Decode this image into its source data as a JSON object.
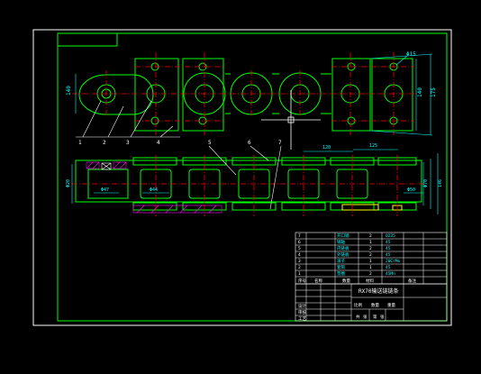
{
  "drawing": {
    "title_block_name": "RX70输送链链条",
    "leader_numbers": [
      "1",
      "2",
      "3",
      "4",
      "5",
      "6",
      "7"
    ],
    "dimensions": {
      "pitch_top_a": "140",
      "pitch_top_b": "175",
      "pitch_left": "140",
      "top_right_small": "Φ15",
      "length_a": "120",
      "length_b": "125",
      "side_left": "Φ20",
      "side_small": "Φ47",
      "side_mid": "Φ44",
      "side_right_a": "Φ70",
      "side_right_b": "Φ50",
      "side_right_c": "146"
    },
    "parts_table": {
      "rows": [
        {
          "no": "7",
          "name": "开口销",
          "qty": "2",
          "mat": "Q235",
          "note": ""
        },
        {
          "no": "6",
          "name": "销轴",
          "qty": "1",
          "mat": "45",
          "note": ""
        },
        {
          "no": "5",
          "name": "内链板",
          "qty": "2",
          "mat": "45",
          "note": ""
        },
        {
          "no": "4",
          "name": "外链板",
          "qty": "2",
          "mat": "45",
          "note": ""
        },
        {
          "no": "3",
          "name": "滚子",
          "qty": "1",
          "mat": "20CrMo",
          "note": ""
        },
        {
          "no": "2",
          "name": "套筒",
          "qty": "1",
          "mat": "45",
          "note": ""
        },
        {
          "no": "1",
          "name": "垫圈",
          "qty": "2",
          "mat": "45Mn",
          "note": ""
        }
      ],
      "header": {
        "no": "序号",
        "name": "名称",
        "qty": "数量",
        "mat": "材料",
        "note": "备注"
      }
    },
    "title_block": {
      "cells": [
        "设计",
        "审核",
        "工艺",
        "比例",
        "数量",
        "重量",
        "共",
        "张",
        "第",
        "张"
      ]
    }
  }
}
